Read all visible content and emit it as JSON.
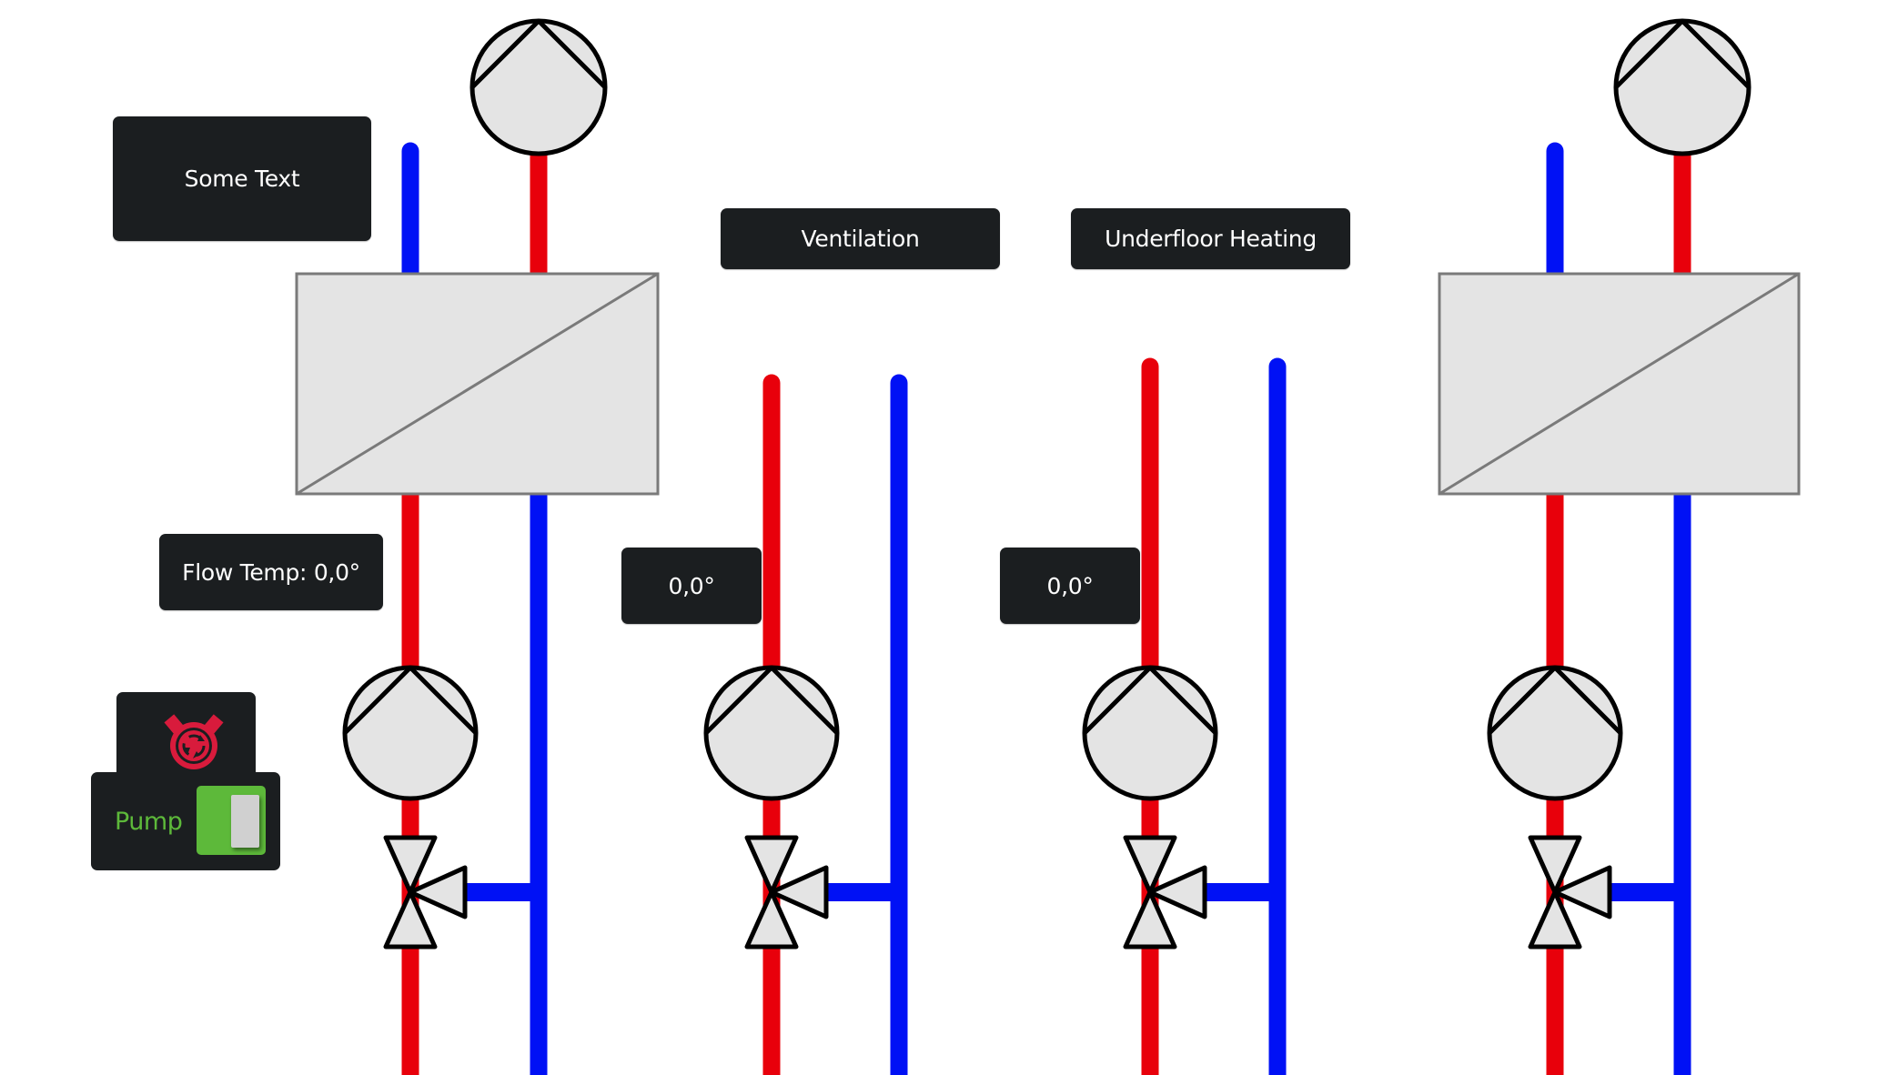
{
  "colors": {
    "hot_pipe": "#e8000b",
    "cold_pipe": "#0011f5",
    "component_fill": "#e4e4e4",
    "component_stroke": "#000000",
    "exchanger_stroke": "#7a7a7a",
    "label_bg": "#1b1e20",
    "label_text": "#ffffff",
    "pump_icon": "#d81b3c",
    "toggle_on": "#5db93a",
    "pump_label_text": "#5db93a"
  },
  "labels": {
    "some_text": "Some Text",
    "ventilation": "Ventilation",
    "underfloor_heating": "Underfloor Heating",
    "flow_temp": "Flow Temp: 0,0°",
    "ventilation_temp": "0,0°",
    "underfloor_temp": "0,0°"
  },
  "pump_widget": {
    "icon": "circulation-pump-icon",
    "label": "Pump",
    "toggle_state": "on"
  },
  "circuits": [
    {
      "name": "circuit-1",
      "has_exchanger": true,
      "has_top_pump": true
    },
    {
      "name": "ventilation",
      "has_exchanger": false,
      "has_top_pump": false
    },
    {
      "name": "underfloor-heating",
      "has_exchanger": false,
      "has_top_pump": false
    },
    {
      "name": "circuit-4",
      "has_exchanger": true,
      "has_top_pump": true
    }
  ]
}
